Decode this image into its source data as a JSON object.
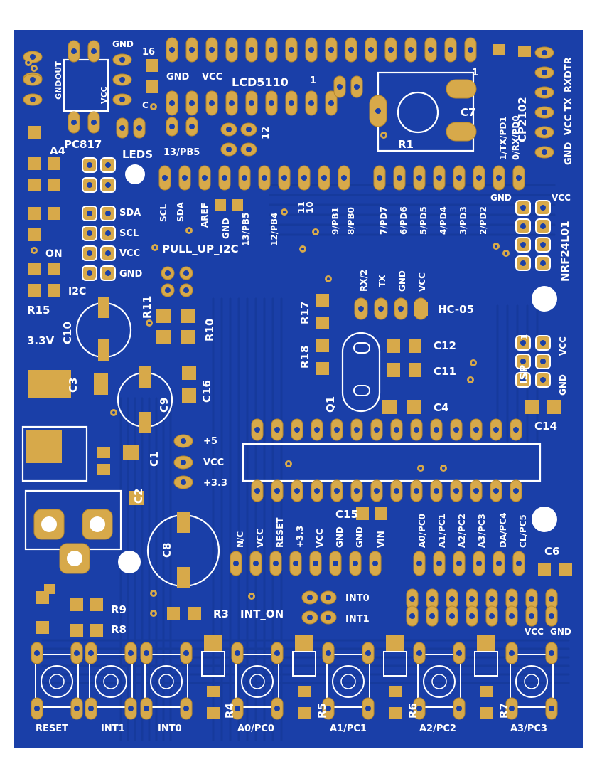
{
  "colors": {
    "board": "#1a3fa8",
    "trace": "#163a9c",
    "pad": "#d7a94a",
    "pad_edge": "#b88a2e",
    "silkscreen": "#ffffff",
    "hole": "#ffffff",
    "background": "#ffffff"
  },
  "labels": {
    "gnd_out_a": "GND",
    "gnd_out_b": "OUT",
    "gnd_vcc_left": "GND",
    "vcc_small": "VCC",
    "gnd_16": "GND",
    "n16": "16",
    "c_small": "C",
    "pc817": "PC817",
    "a4": "A4",
    "leds": "LEDS",
    "pb5_13": "13/PB5",
    "lcd_gnd": "GND",
    "lcd_vcc": "VCC",
    "lcd5110": "LCD5110",
    "lcd_1": "1",
    "n12": "12",
    "right_1": "1",
    "c7": "C7",
    "r1": "R1",
    "cp2102": "CP2102",
    "rx_dtr": "RXDTR",
    "vcc_tx": "VCC TX",
    "gnd_cp": "GND",
    "tx_pd1": "1/TX/PD1",
    "rx_pd0": "0/RX/PD0",
    "scl_top": "SCL",
    "sda_top": "SDA",
    "aref": "AREF",
    "gnd_aref": "GND",
    "pb5_13b": "13/PB5",
    "pb4_12": "12/PB4",
    "n11": "11",
    "n10": "10",
    "pb1_9": "9/PB1",
    "pb0_8": "8/PB0",
    "pd7": "7/PD7",
    "pd6": "6/PD6",
    "pd5": "5/PD5",
    "pd4": "4/PD4",
    "pd3": "3/PD3",
    "pd2": "2/PD2",
    "gnd_pd": "GND",
    "vcc_nrf": "VCC",
    "nrf24l01": "NRF24L01",
    "sda": "SDA",
    "scl": "SCL",
    "vcc_i2c": "VCC",
    "gnd_i2c": "GND",
    "on": "ON",
    "i2c": "I2C",
    "pull_up": "PULL_UP_I2C",
    "r15": "R15",
    "r11": "R11",
    "r10": "R10",
    "c10": "C10",
    "v33": "3.3V",
    "rx2": "RX/2",
    "tx": "TX",
    "gnd_hc": "GND",
    "vcc_hc": "VCC",
    "hc05": "HC-05",
    "r17": "R17",
    "r18": "R18",
    "c12": "C12",
    "c11": "C11",
    "q1": "Q1",
    "c4": "C4",
    "isp": "ISP",
    "isp_1": "1",
    "vcc_isp": "VCC",
    "gnd_isp": "GND",
    "c14": "C14",
    "c3": "C3",
    "c9": "C9",
    "c16": "C16",
    "p5": "+5",
    "vcc_sel": "VCC",
    "p33": "+3.3",
    "c1": "C1",
    "c2": "C2",
    "c8": "C8",
    "nc": "N/C",
    "vcc_h1": "VCC",
    "reset_h": "RESET",
    "p33_h": "+3.3",
    "vcc_h2": "VCC",
    "gnd_h1": "GND",
    "gnd_h2": "GND",
    "vin": "VIN",
    "c15": "C15",
    "a0pc0": "A0/PC0",
    "a1pc1": "A1/PC1",
    "a2pc2": "A2/PC2",
    "a3pc3": "A3/PC3",
    "dapc4": "DA/PC4",
    "clpc5": "CL/PC5",
    "c6": "C6",
    "r9": "R9",
    "r8": "R8",
    "r3": "R3",
    "int_on": "INT_ON",
    "int0_h": "INT0",
    "int1_h": "INT1",
    "vcc_bot": "VCC",
    "gnd_bot": "GND",
    "r4": "R4",
    "r5": "R5",
    "r6": "R6",
    "r7": "R7",
    "btn_reset": "RESET",
    "btn_int1": "INT1",
    "btn_int0": "INT0",
    "btn_a0": "A0/PC0",
    "btn_a1": "A1/PC1",
    "btn_a2": "A2/PC2",
    "btn_a3": "A3/PC3"
  }
}
